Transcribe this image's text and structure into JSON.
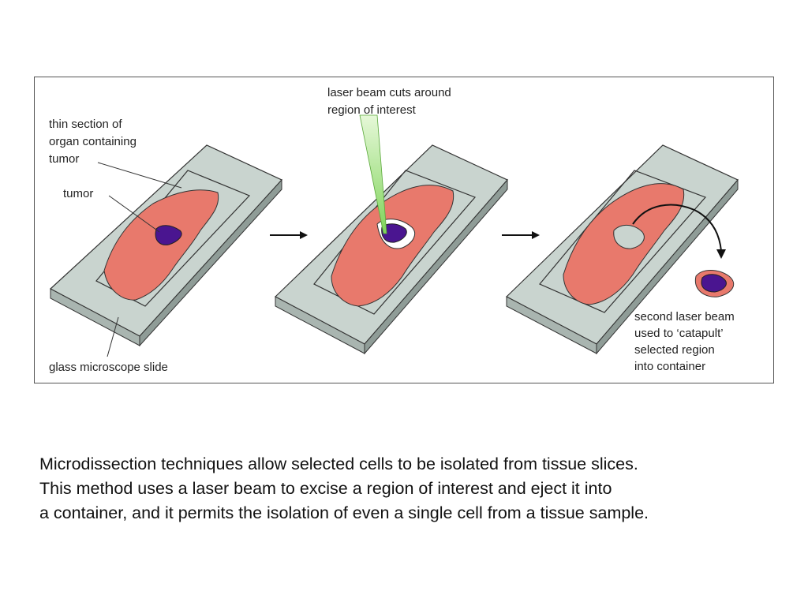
{
  "figure": {
    "labels": {
      "thin_section": [
        "thin section of",
        "organ containing",
        "tumor"
      ],
      "tumor": "tumor",
      "laser_cuts": [
        "laser beam cuts around",
        "region of interest"
      ],
      "glass_slide": "glass microscope slide",
      "second_laser": [
        "second laser beam",
        "used to ‘catapult’",
        "selected region",
        "into container"
      ]
    },
    "colors": {
      "slide_top": "#c9d4cf",
      "slide_side": "#a9b5b0",
      "tissue": "#e8796c",
      "tumor": "#4a1590",
      "laser": "#9fe07a",
      "outline": "#333333"
    }
  },
  "caption": {
    "lines": [
      " Microdissection techniques allow selected cells to be isolated from tissue slices.",
      "This method uses a laser beam to excise a region of interest and eject it into",
      "a container, and it permits the isolation of even a single cell from a tissue sample."
    ]
  }
}
